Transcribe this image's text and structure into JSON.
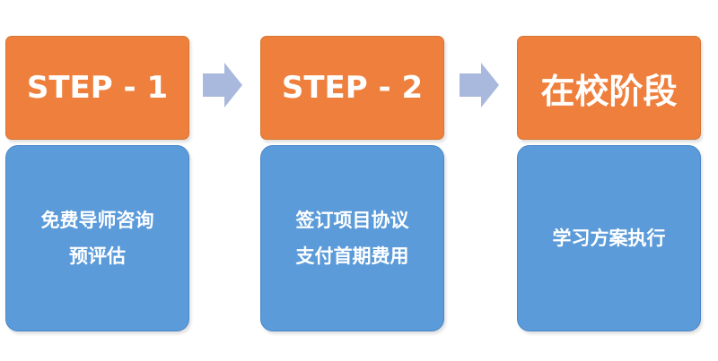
{
  "colors": {
    "header_fill": "#ef7f3c",
    "body_fill": "#5b9bd9",
    "arrow_fill": "#a9b8dd"
  },
  "steps": [
    {
      "title": "STEP - 1",
      "lines": [
        "免费导师咨询",
        "预评估"
      ]
    },
    {
      "title": "STEP - 2",
      "lines": [
        "签订项目协议",
        "支付首期费用"
      ]
    },
    {
      "title": "在校阶段",
      "lines": [
        "学习方案执行"
      ]
    }
  ],
  "arrows": [
    {
      "icon": "right-arrow-icon"
    },
    {
      "icon": "right-arrow-icon"
    }
  ]
}
